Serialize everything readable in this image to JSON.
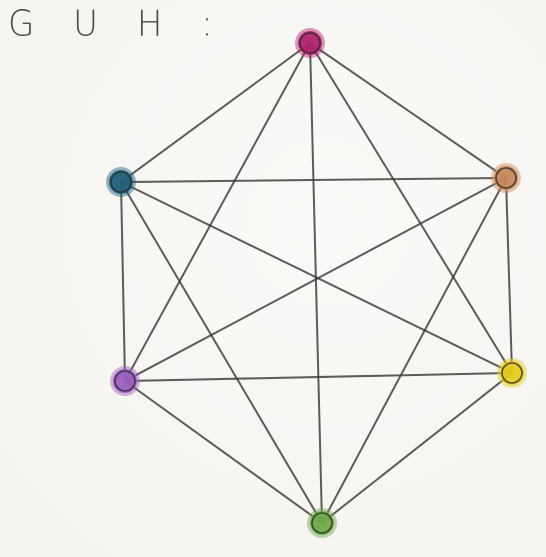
{
  "title": "G U H :",
  "graph": {
    "nodes": [
      {
        "id": "top",
        "color": "#b0216e"
      },
      {
        "id": "upper-left",
        "color": "#1d5f78"
      },
      {
        "id": "upper-right",
        "color": "#c8875a"
      },
      {
        "id": "lower-left",
        "color": "#9b5cc0"
      },
      {
        "id": "lower-right",
        "color": "#e6cc1e"
      },
      {
        "id": "bottom",
        "color": "#6fa84a"
      }
    ],
    "edges": [
      [
        "top",
        "upper-left"
      ],
      [
        "top",
        "upper-right"
      ],
      [
        "top",
        "lower-left"
      ],
      [
        "top",
        "lower-right"
      ],
      [
        "top",
        "bottom"
      ],
      [
        "upper-left",
        "upper-right"
      ],
      [
        "upper-left",
        "lower-left"
      ],
      [
        "upper-left",
        "lower-right"
      ],
      [
        "upper-left",
        "bottom"
      ],
      [
        "upper-right",
        "lower-left"
      ],
      [
        "upper-right",
        "lower-right"
      ],
      [
        "upper-right",
        "bottom"
      ],
      [
        "lower-left",
        "lower-right"
      ],
      [
        "lower-left",
        "bottom"
      ],
      [
        "lower-right",
        "bottom"
      ]
    ]
  }
}
